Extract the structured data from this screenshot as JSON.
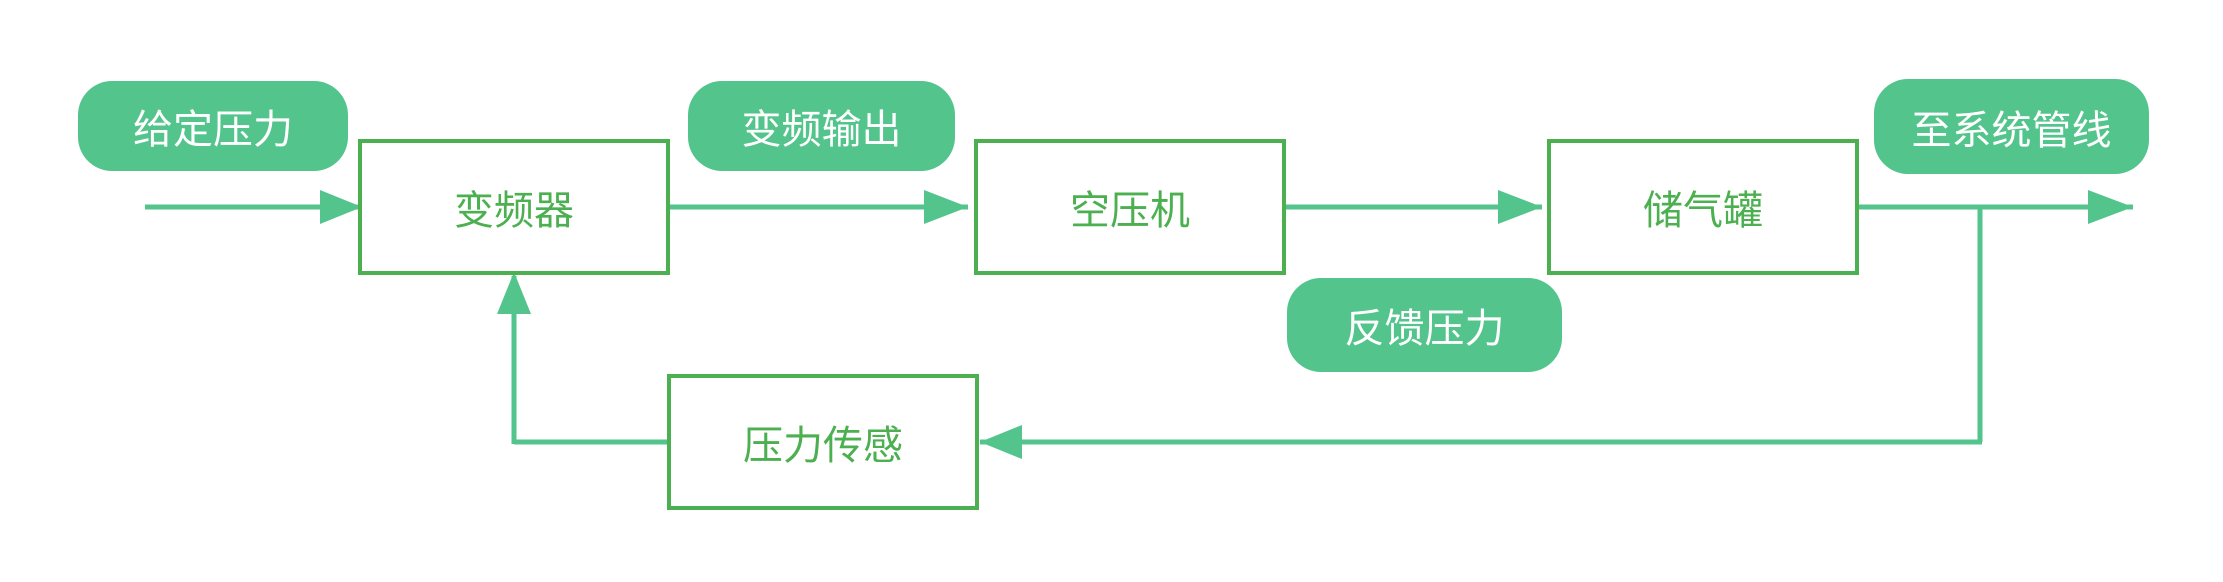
{
  "colors": {
    "box_border": "#4caf50",
    "box_text": "#4caf50",
    "pill_fill": "#52c48c",
    "pill_text": "#ffffff",
    "arrow": "#52c48c"
  },
  "blocks": {
    "inverter": "变频器",
    "compressor": "空压机",
    "tank": "储气罐",
    "sensor": "压力传感"
  },
  "labels": {
    "setpoint": "给定压力",
    "inverter_output": "变频输出",
    "to_pipeline": "至系统管线",
    "feedback": "反馈压力"
  }
}
